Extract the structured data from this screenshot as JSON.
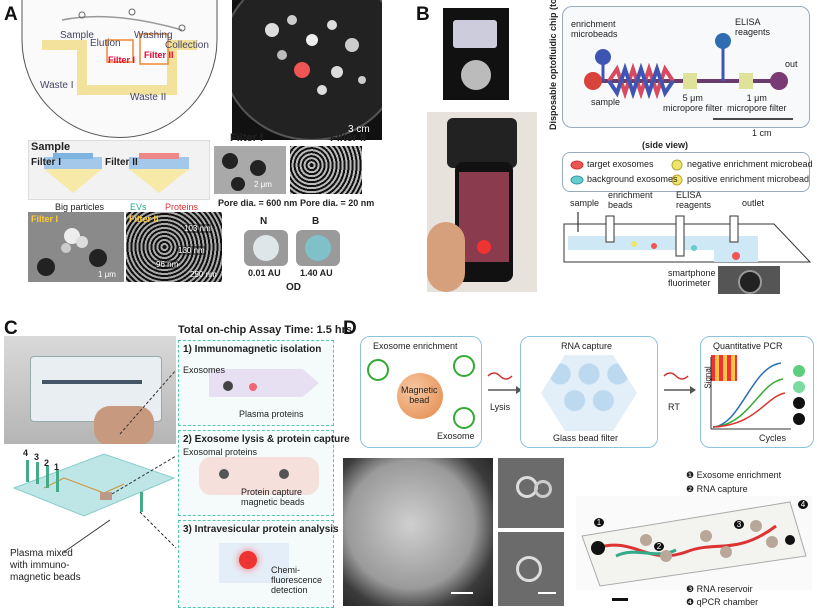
{
  "panels": {
    "A": {
      "letter": "A",
      "chip_labels": {
        "sample": "Sample",
        "elution": "Elution",
        "washing": "Washing",
        "collection": "Collection",
        "filter1": "Filter I",
        "filter2": "Filter II",
        "waste1": "Waste I",
        "waste2": "Waste II"
      },
      "photo_scale": "3 cm",
      "schematic": {
        "sample": "Sample",
        "filter1": "Filter I",
        "filter2": "Filter II"
      },
      "legend": {
        "big": "Big particles",
        "evs": "EVs",
        "proteins": "Proteins"
      },
      "sem": {
        "filter1": "Filter I",
        "filter2": "Filter II",
        "scale1": "2 μm",
        "pore1": "Pore dia. = 600 nm",
        "pore2": "Pore dia. = 20 nm"
      },
      "sem_bottom": {
        "label1": "Filter I",
        "label2": "Filter II",
        "scale1": "1 μm",
        "scale2": "250 nm",
        "m1": "103 nm",
        "m2": "130 nm",
        "m3": "96 nm"
      },
      "od": {
        "n": "N",
        "b": "B",
        "v1": "0.01 AU",
        "v2": "1.40 AU",
        "label": "OD"
      }
    },
    "B": {
      "letter": "B",
      "vertical_label": "Disposable optofluidic chip",
      "vertical_sub": "(top view)",
      "top": {
        "enrich": "enrichment\nmicrobeads",
        "elisa": "ELISA\nreagents",
        "out": "out",
        "sample": "sample",
        "f5": "5 μm\nmicropore filter",
        "f1": "1 μm\nmicropore filter",
        "scale": "1 cm"
      },
      "side_view": "(side view)",
      "legend": {
        "target": "target exosomes",
        "background": "background exosomes",
        "neg": "negative enrichment microbead",
        "pos": "positive enrichment microbead"
      },
      "side": {
        "sample": "sample",
        "beads": "enrichment\nbeads",
        "elisa": "ELISA\nreagents",
        "outlet": "outlet"
      },
      "fluorimeter": "smartphone\nfluorimeter"
    },
    "C": {
      "letter": "C",
      "total_time": "Total on-chip Assay Time: 1.5 hrs",
      "step1": "1) Immunomagnetic isolation",
      "step1_a": "Exosomes",
      "step1_b": "Plasma proteins",
      "step2": "2) Exosome lysis & protein capture",
      "step2_a": "Exosomal proteins",
      "step2_b": "Protein capture\nmagnetic beads",
      "step3": "3) Intravesicular protein analysis",
      "step3_a": "Chemi-\nfluorescence\ndetection",
      "chip_nums": [
        "4",
        "3",
        "2",
        "1"
      ],
      "plasma": "Plasma mixed\nwith immuno-\nmagnetic beads"
    },
    "D": {
      "letter": "D",
      "enrich_title": "Exosome enrichment",
      "bead": "Magnetic\nbead",
      "exosome": "Exosome",
      "lysis": "Lysis",
      "rna_title": "RNA capture",
      "glass": "Glass bead filter",
      "rt": "RT",
      "pcr_title": "Quantitative PCR",
      "signal": "Signal",
      "cycles": "Cycles",
      "legend": [
        "❶ Exosome enrichment",
        "❷ RNA capture",
        "❸ RNA reservoir",
        "❹ qPCR chamber"
      ],
      "nums": [
        "1",
        "2",
        "3",
        "4"
      ]
    }
  },
  "colors": {
    "teal": "#4fc2a8",
    "dashed_bg": "#eefaf6",
    "blue_box": "#e4eef8"
  }
}
